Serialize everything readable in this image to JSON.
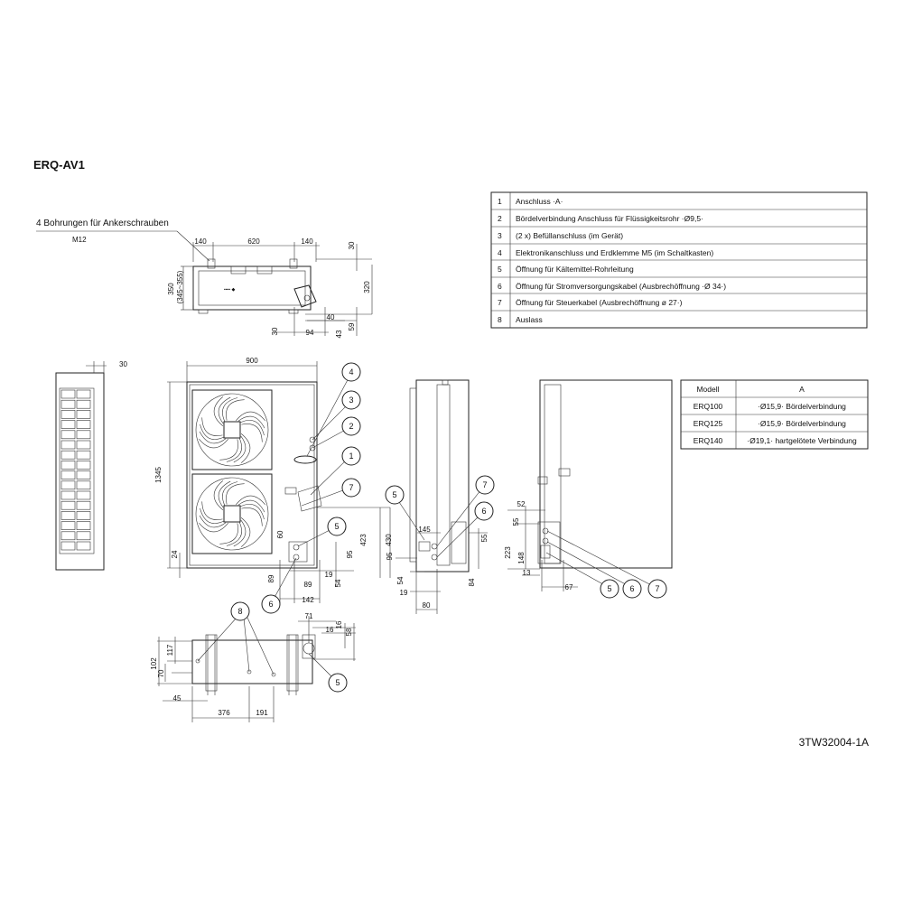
{
  "title": "ERQ-AV1",
  "anchor_label": "4 Bohrungen für Ankerschrauben",
  "anchor_thread": "M12",
  "doc_number": "3TW32004-1A",
  "legend": [
    {
      "num": "1",
      "text": "Anschluss ·A·"
    },
    {
      "num": "2",
      "text": "Bördelverbindung Anschluss für Flüssigkeitsrohr ·Ø9,5·"
    },
    {
      "num": "3",
      "text": "(2 x) Befüllanschluss (im Gerät)"
    },
    {
      "num": "4",
      "text": "Elektronikanschluss und Erdklemme M5  (im Schaltkasten)"
    },
    {
      "num": "5",
      "text": "Öffnung für Kältemittel-Rohrleitung"
    },
    {
      "num": "6",
      "text": "Öffnung für Stromversorgungskabel (Ausbrechöffnung ·Ø 34·)"
    },
    {
      "num": "7",
      "text": "Öffnung für Steuerkabel (Ausbrechöffnung ø 27·)"
    },
    {
      "num": "8",
      "text": "Auslass"
    }
  ],
  "model_table": {
    "headers": [
      "Modell",
      "A"
    ],
    "rows": [
      [
        "ERQ100",
        "·Ø15,9· Bördelverbindung"
      ],
      [
        "ERQ125",
        "·Ø15,9· Bördelverbindung"
      ],
      [
        "ERQ140",
        "·Ø19,1· hartgelötete Verbindung"
      ]
    ]
  },
  "dims_top": {
    "d140a": "140",
    "d620": "620",
    "d140b": "140",
    "d30": "30",
    "d350": "350",
    "d345": "(345~355)",
    "d320": "320",
    "d30b": "30",
    "d40": "40",
    "d94": "94",
    "d43": "43",
    "d59": "59"
  },
  "dims_left": {
    "d30": "30"
  },
  "dims_front": {
    "d900": "900",
    "d1345": "1345",
    "d24": "24",
    "d60": "60",
    "d89a": "89",
    "d89b": "89",
    "d19": "19",
    "d142": "142",
    "d54": "54",
    "d95": "95",
    "d423": "423",
    "d430": "430"
  },
  "dims_side": {
    "d145": "145",
    "d95": "95",
    "d54": "54",
    "d19": "19",
    "d80": "80",
    "d55": "55",
    "d84": "84"
  },
  "dims_rear": {
    "d52": "52",
    "d55": "55",
    "d223": "223",
    "d148": "148",
    "d13": "13",
    "d67": "67"
  },
  "dims_bottom": {
    "d71": "71",
    "d16": "16",
    "d58": "58",
    "d117": "117",
    "d102": "102",
    "d70": "70",
    "d45": "45",
    "d376": "376",
    "d191": "191"
  },
  "callouts": {
    "c4": "4",
    "c3": "3",
    "c2": "2",
    "c1": "1",
    "c7": "7",
    "c5": "5",
    "c6": "6",
    "s5": "5",
    "s7": "7",
    "s6": "6",
    "r5": "5",
    "r6": "6",
    "r7": "7",
    "b8": "8",
    "b5": "5"
  }
}
